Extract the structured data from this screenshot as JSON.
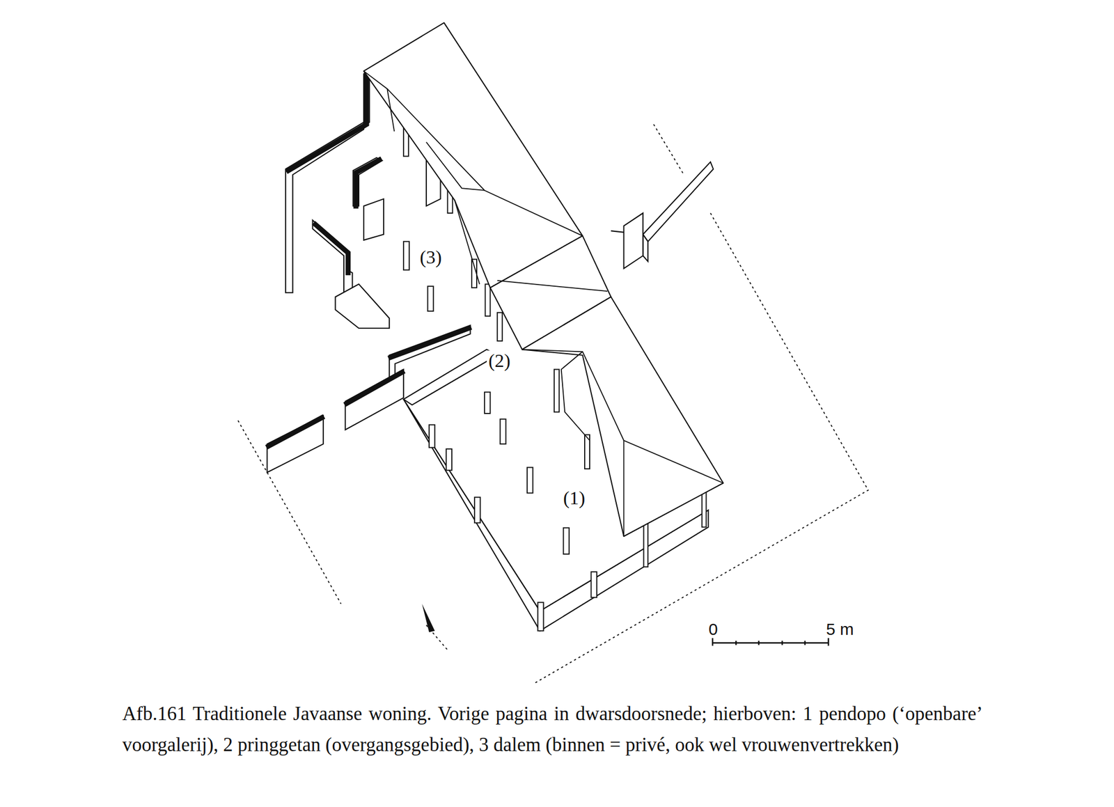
{
  "diagram": {
    "caption": "Afb.161 Traditionele Javaanse woning. Vorige pagina in dwarsdoorsnede; hierboven: 1 pendopo (‘openbare’ voorgalerij), 2 pringgetan (overgangsgebied), 3 dalem (binnen = privé, ook wel vrouwenvertrekken)",
    "labels": [
      "(3)",
      "(2)",
      "(1)",
      "0",
      "5 m"
    ]
  }
}
